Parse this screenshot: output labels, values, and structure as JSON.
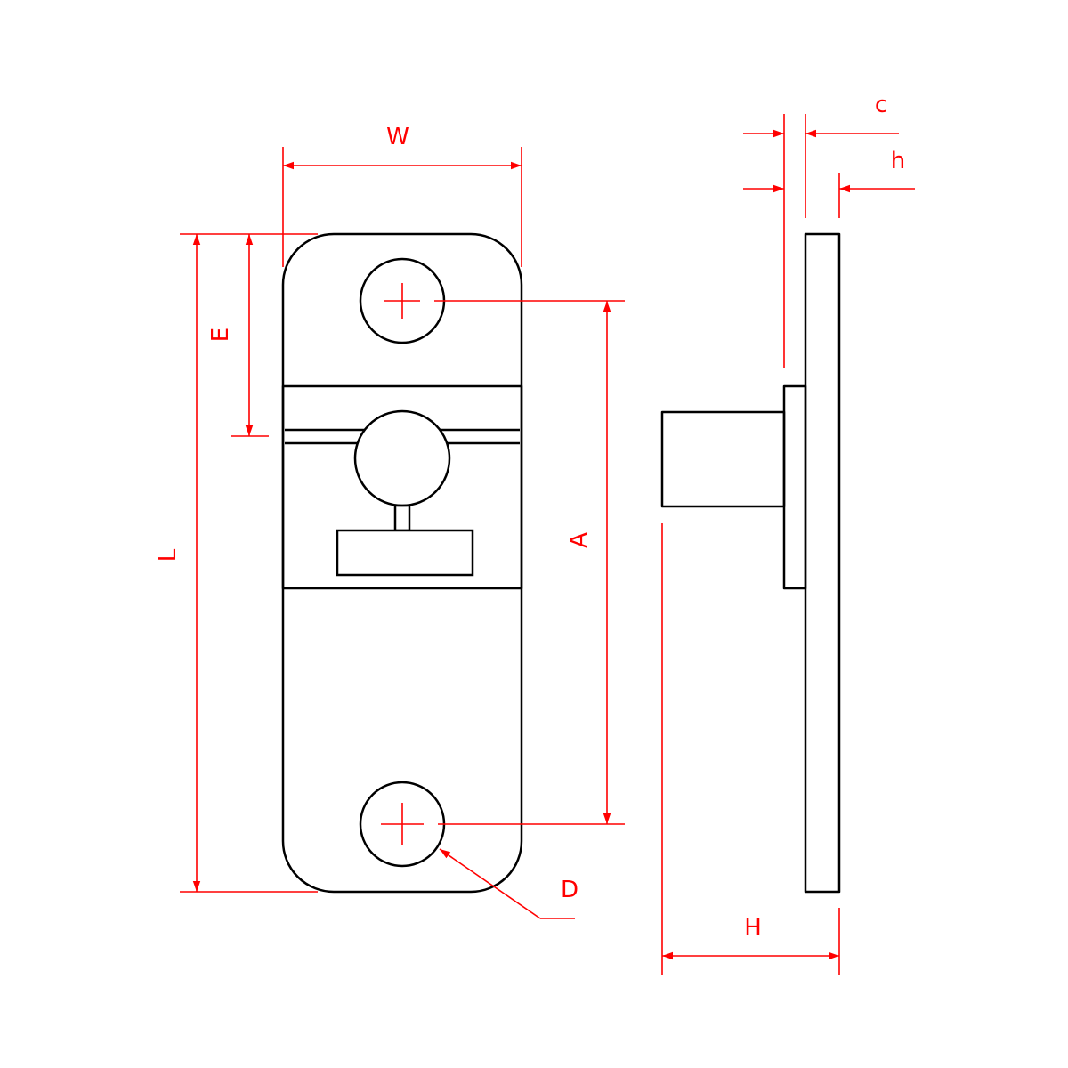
{
  "colors": {
    "outline": "#000000",
    "dimension": "#ff0000",
    "background": "#ffffff"
  },
  "dimensions": {
    "width": "W",
    "length": "L",
    "edge_to_hole": "E",
    "hole_spacing": "A",
    "hole_diameter": "D",
    "height": "H",
    "thickness_c": "c",
    "thickness_h": "h"
  }
}
